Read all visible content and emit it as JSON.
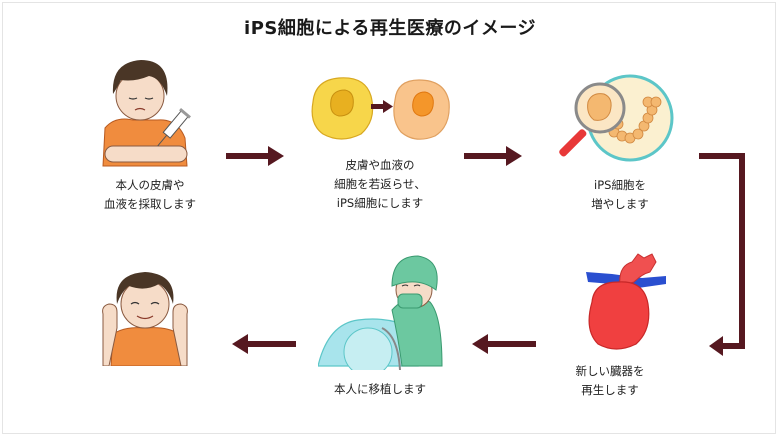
{
  "title": "iPS細胞による再生医療のイメージ",
  "colors": {
    "arrow": "#561820",
    "skin": "#f6dcc8",
    "hair": "#4a3626",
    "shirt": "#f08c3e",
    "cell_yellow": "#f7d64a",
    "cell_orange": "#f9c48c",
    "dish": "#5cc6c8",
    "heart": "#f04040",
    "vein": "#2a4fd0",
    "surgeon": "#6cc8a0",
    "drape": "#a8e4ec"
  },
  "steps": [
    {
      "id": "collect",
      "caption": "本人の皮膚や\n血液を採取します",
      "illustration": "sad-patient-with-syringe"
    },
    {
      "id": "reprogram",
      "caption": "皮膚や血液の\n細胞を若返らせ、\niPS細胞にします",
      "illustration": "cell-to-rejuvenated-cell"
    },
    {
      "id": "culture",
      "caption": "iPS細胞を\n増やします",
      "illustration": "magnifier-over-petri-dish"
    },
    {
      "id": "regenerate",
      "caption": "新しい臓器を\n再生します",
      "illustration": "heart-organ"
    },
    {
      "id": "transplant",
      "caption": "本人に移植します",
      "illustration": "surgeon-operating"
    },
    {
      "id": "recovered",
      "caption": "",
      "illustration": "happy-patient"
    }
  ]
}
